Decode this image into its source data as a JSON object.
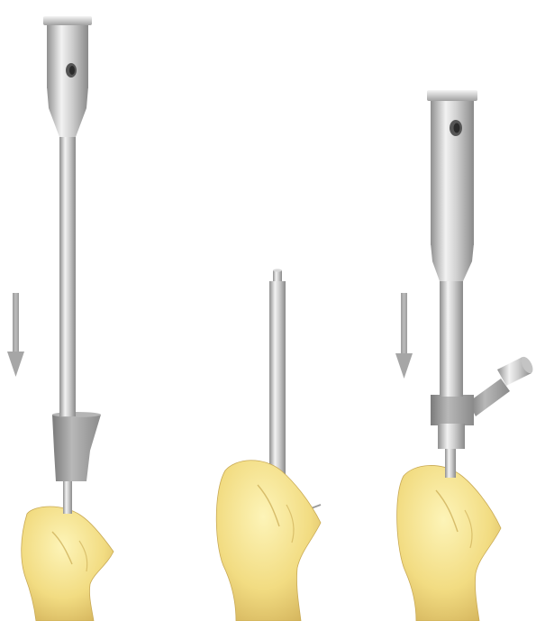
{
  "figure": {
    "panels": [
      {
        "id": "left",
        "depicts": "inserter-with-cone-guide",
        "arrow": "down"
      },
      {
        "id": "middle",
        "depicts": "guide-rod-in-bone",
        "arrow": null
      },
      {
        "id": "right",
        "depicts": "inserter-with-angled-sleeve",
        "arrow": "down"
      }
    ],
    "colors": {
      "background": "#ffffff",
      "steel_light": "#e6e6e6",
      "steel_mid": "#bdbdbd",
      "steel_dark": "#8a8a8a",
      "cone": "#9a9a9a",
      "bone_light": "#fbf0a8",
      "bone_mid": "#f0d978",
      "bone_dark": "#c8a850",
      "arrow": "#a6a6a6"
    }
  }
}
